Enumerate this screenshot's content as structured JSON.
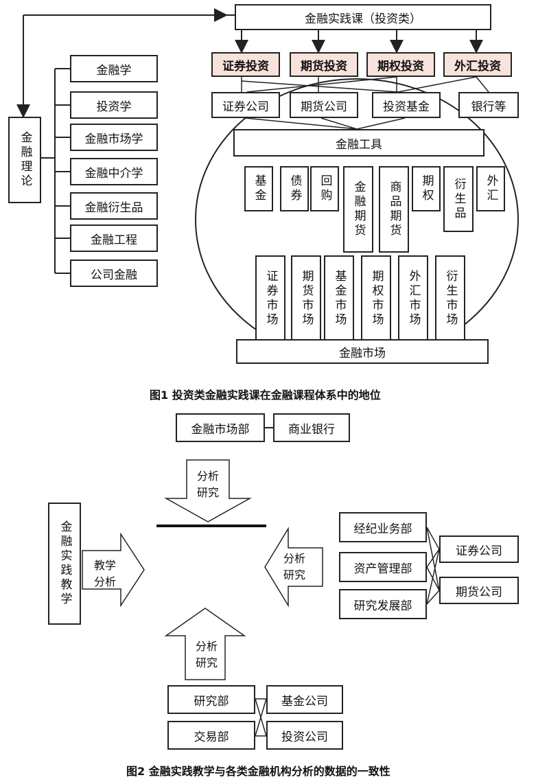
{
  "figure1": {
    "top_course": "金融实践课（投资类）",
    "invest_courses": [
      "证券投资",
      "期货投资",
      "期权投资",
      "外汇投资"
    ],
    "institutions": [
      "证券公司",
      "期货公司",
      "投资基金",
      "银行等"
    ],
    "tools_label": "金融工具",
    "tools": [
      "基金",
      "债券",
      "回购",
      "金融期货",
      "商品期货",
      "期权",
      "衍生品",
      "外汇"
    ],
    "markets": [
      "证券市场",
      "期货市场",
      "基金市场",
      "期权市场",
      "外汇市场",
      "衍生市场"
    ],
    "market_label": "金融市场",
    "theory_label": "金融理论",
    "theory_items": [
      "金融学",
      "投资学",
      "金融市场学",
      "金融中介学",
      "金融衍生品",
      "金融工程",
      "公司金融"
    ],
    "caption": "图1 投资类金融实践课在金融课程体系中的地位"
  },
  "figure2": {
    "top_left": "金融市场部",
    "top_right": "商业银行",
    "arrow_label": "分析\n研究",
    "left_label": "金融实践教学",
    "left_arrow_label": "教学\n分析",
    "right_depts": [
      "经纪业务部",
      "资产管理部",
      "研究发展部"
    ],
    "right_companies": [
      "证券公司",
      "期货公司"
    ],
    "bottom_depts": [
      "研究部",
      "交易部"
    ],
    "bottom_companies": [
      "基金公司",
      "投资公司"
    ],
    "caption": "图2  金融实践教学与各类金融机构分析的数据的一致性"
  }
}
